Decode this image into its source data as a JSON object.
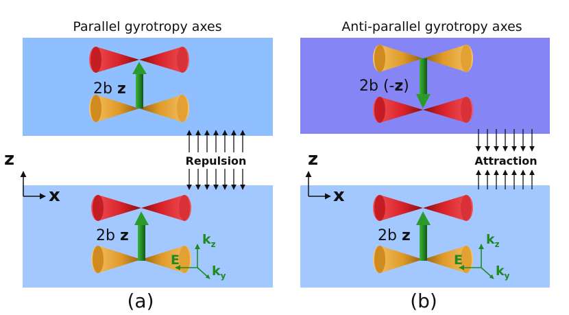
{
  "panels": [
    {
      "id": "a",
      "title": "Parallel gyrotropy axes",
      "sublabel": "(a)",
      "force_label": "Repulsion",
      "upper_vector_prefix": "2b ",
      "upper_vector_symbol": "z",
      "upper_vector_suffix": "",
      "lower_vector_prefix": "2b ",
      "lower_vector_symbol": "z",
      "lower_vector_suffix": "",
      "upper_slab_color": "#8fbfff",
      "lower_slab_color": "#a2c8ff"
    },
    {
      "id": "b",
      "title": "Anti-parallel gyrotropy axes",
      "sublabel": "(b)",
      "force_label": "Attraction",
      "upper_vector_prefix": "2b (-",
      "upper_vector_symbol": "z",
      "upper_vector_suffix": ")",
      "lower_vector_prefix": "2b ",
      "lower_vector_symbol": "z",
      "lower_vector_suffix": "",
      "upper_slab_color": "#8585f6",
      "lower_slab_color": "#a2c8ff"
    }
  ],
  "axes": {
    "vertical": "z",
    "horizontal": "x"
  },
  "field_labels": {
    "E": "E",
    "k": "k",
    "kz_sub": "z",
    "ky_sub": "y"
  },
  "colors": {
    "cone_red": "#d9232a",
    "cone_orange": "#df9a28",
    "arrow_green": "#268a26",
    "label_green": "#1f8a1f"
  }
}
